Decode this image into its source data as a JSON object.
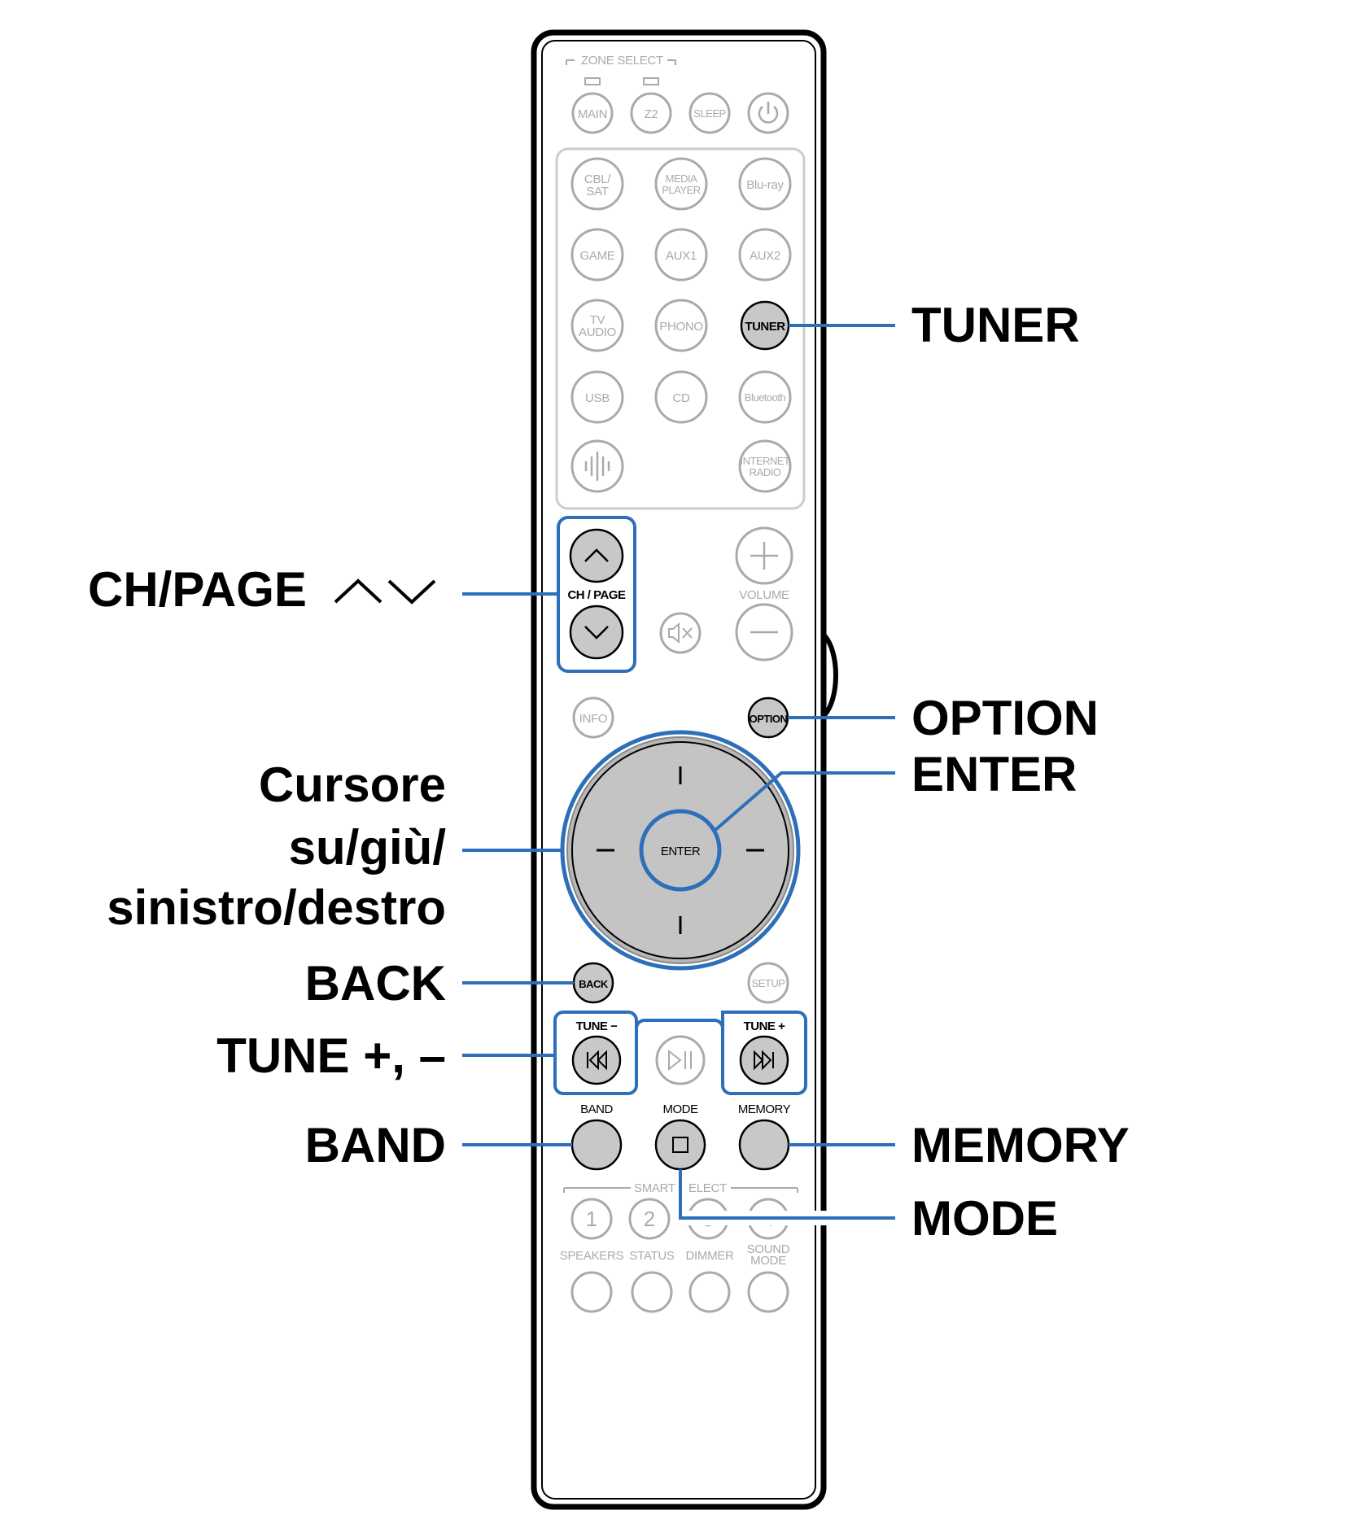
{
  "colors": {
    "accent_blue": "#2e6fba",
    "highlight_button": "#c8c8c8",
    "inactive_gray": "#aaaaaa"
  },
  "remote": {
    "zone_select_label": "ZONE SELECT",
    "top_buttons": [
      "MAIN",
      "Z2",
      "SLEEP"
    ],
    "power_icon": "power-icon",
    "source_buttons": {
      "cbl_sat": [
        "CBL/",
        "SAT"
      ],
      "media_player": [
        "MEDIA",
        "PLAYER"
      ],
      "bluray": "Blu-ray",
      "game": "GAME",
      "aux1": "AUX1",
      "aux2": "AUX2",
      "tv_audio": [
        "TV",
        "AUDIO"
      ],
      "phono": "PHONO",
      "tuner": "TUNER",
      "usb": "USB",
      "cd": "CD",
      "bluetooth": "Bluetooth",
      "heos_icon": "heos-icon",
      "internet_radio": [
        "INTERNET",
        "RADIO"
      ]
    },
    "ch_page_label": "CH / PAGE",
    "volume_label": "VOLUME",
    "mute_icon": "mute-icon",
    "info": "INFO",
    "option": "OPTION",
    "enter": "ENTER",
    "back": "BACK",
    "setup": "SETUP",
    "tune_minus": "TUNE −",
    "tune_plus": "TUNE +",
    "play_pause_icon": "play-pause-icon",
    "band": "BAND",
    "mode": "MODE",
    "memory": "MEMORY",
    "smart_select_left": "SMART",
    "smart_select_right": "ELECT",
    "smart_numbers": [
      "1",
      "2",
      "3",
      "4"
    ],
    "bottom_labels": [
      "SPEAKERS",
      "STATUS",
      "DIMMER"
    ],
    "sound_mode": [
      "SOUND",
      "MODE"
    ]
  },
  "callouts": {
    "tuner": "TUNER",
    "ch_page": "CH/PAGE",
    "option": "OPTION",
    "enter": "ENTER",
    "cursor": [
      "Cursore",
      "su/giù/",
      "sinistro/destro"
    ],
    "back": "BACK",
    "tune": "TUNE +, –",
    "band": "BAND",
    "memory": "MEMORY",
    "mode": "MODE"
  }
}
